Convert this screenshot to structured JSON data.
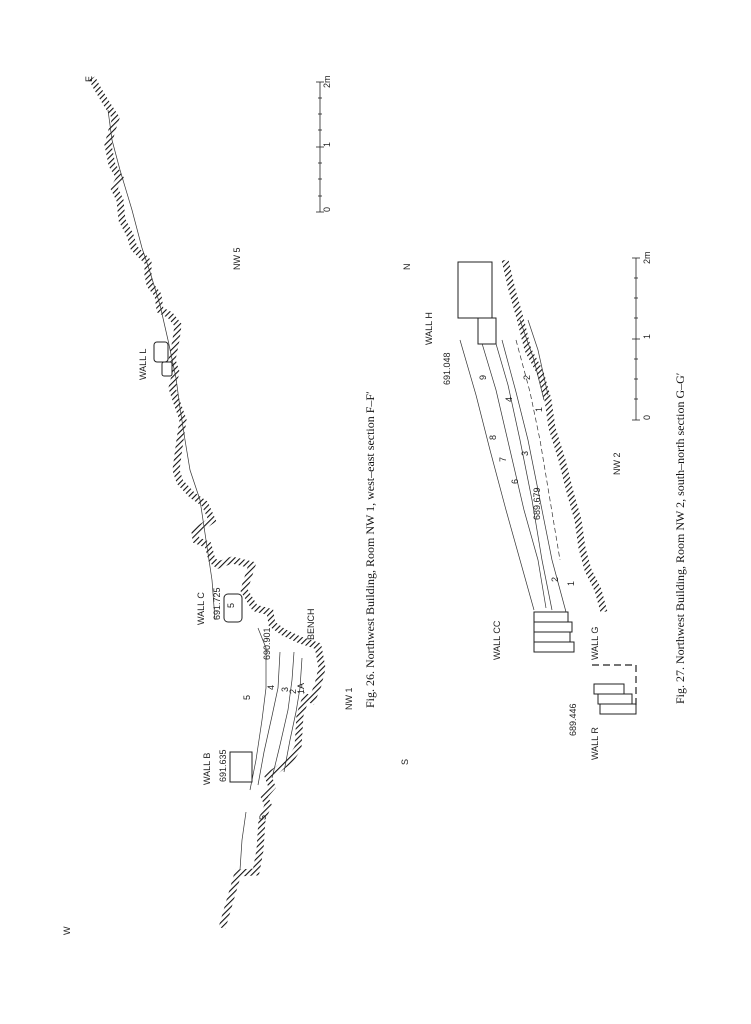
{
  "fig26": {
    "caption": "Fig. 26. Northwest Building, Room NW 1, west–east section F–F′",
    "dir_w": "W",
    "dir_e": "E",
    "room_nw1": "NW 1",
    "room_nw5": "NW 5",
    "wall_b": "WALL B",
    "wall_c": "WALL C",
    "wall_l": "WALL L",
    "bench": "BENCH",
    "elev_b": "691.635",
    "elev_c": "691.725",
    "elev_bench": "690.901",
    "layers": [
      "5",
      "5",
      "4",
      "3",
      "2",
      "1A",
      "5"
    ],
    "scale": {
      "zero": "0",
      "one": "1",
      "two": "2m"
    }
  },
  "fig27": {
    "caption": "Fig. 27. Northwest Building, Room NW 2, south–north section G–G′",
    "dir_s": "S",
    "dir_n": "N",
    "room_nw2": "NW 2",
    "wall_h": "WALL H",
    "wall_cc": "WALL CC",
    "wall_g": "WALL G",
    "wall_r": "WALL R",
    "elev_h": "691.048",
    "elev_mid": "689.679",
    "elev_r": "689.446",
    "layers": [
      "9",
      "8",
      "7",
      "6",
      "3",
      "4",
      "2",
      "1",
      "2",
      "1"
    ],
    "scale": {
      "zero": "0",
      "one": "1",
      "two": "2m"
    }
  }
}
